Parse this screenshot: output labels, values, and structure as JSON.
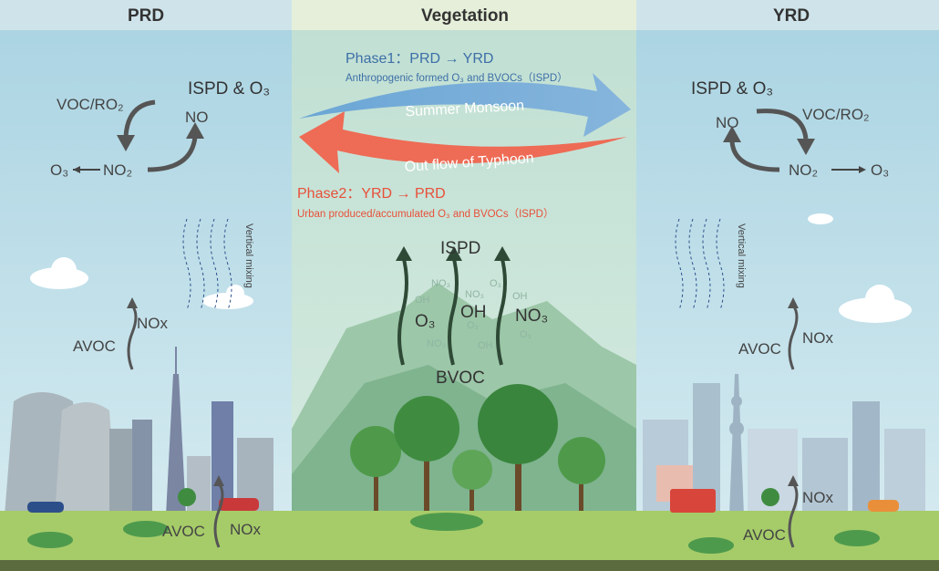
{
  "headers": {
    "left": "PRD",
    "center": "Vegetation",
    "right": "YRD"
  },
  "phase1": {
    "title": "Phase1：PRD → YRD",
    "subtitle": "Anthropogenic formed O₃ and BVOCs（ISPD）",
    "arrow_label": "Summer Monsoon",
    "color": "#3d6fa8"
  },
  "phase2": {
    "title": "Phase2：YRD → PRD",
    "subtitle": "Urban produced/accumulated O₃ and BVOCs（ISPD）",
    "arrow_label": "Out flow of Typhoon",
    "color": "#e8503a"
  },
  "prd_cycle": {
    "title": "ISPD & O₃",
    "voc": "VOC/RO₂",
    "no": "NO",
    "no2": "NO₂",
    "o3": "O₃"
  },
  "yrd_cycle": {
    "title": "ISPD & O₃",
    "voc": "VOC/RO₂",
    "no": "NO",
    "no2": "NO₂",
    "o3": "O₃"
  },
  "vertical_mixing": "Vertical mixing",
  "prd_labels": {
    "avoc_upper": "AVOC",
    "nox_upper": "NOx",
    "avoc_lower": "AVOC",
    "nox_lower": "NOx"
  },
  "yrd_labels": {
    "avoc_upper": "AVOC",
    "nox_upper": "NOx",
    "avoc_lower": "AVOC",
    "nox_lower": "NOx"
  },
  "vegetation": {
    "ispd": "ISPD",
    "bvoc": "BVOC",
    "o3": "O₃",
    "oh": "OH",
    "no3": "NO₃",
    "faint": [
      "NO₃",
      "OH",
      "NO₃",
      "O₃",
      "OH",
      "NO₃",
      "O₃",
      "OH",
      "O₃"
    ]
  }
}
